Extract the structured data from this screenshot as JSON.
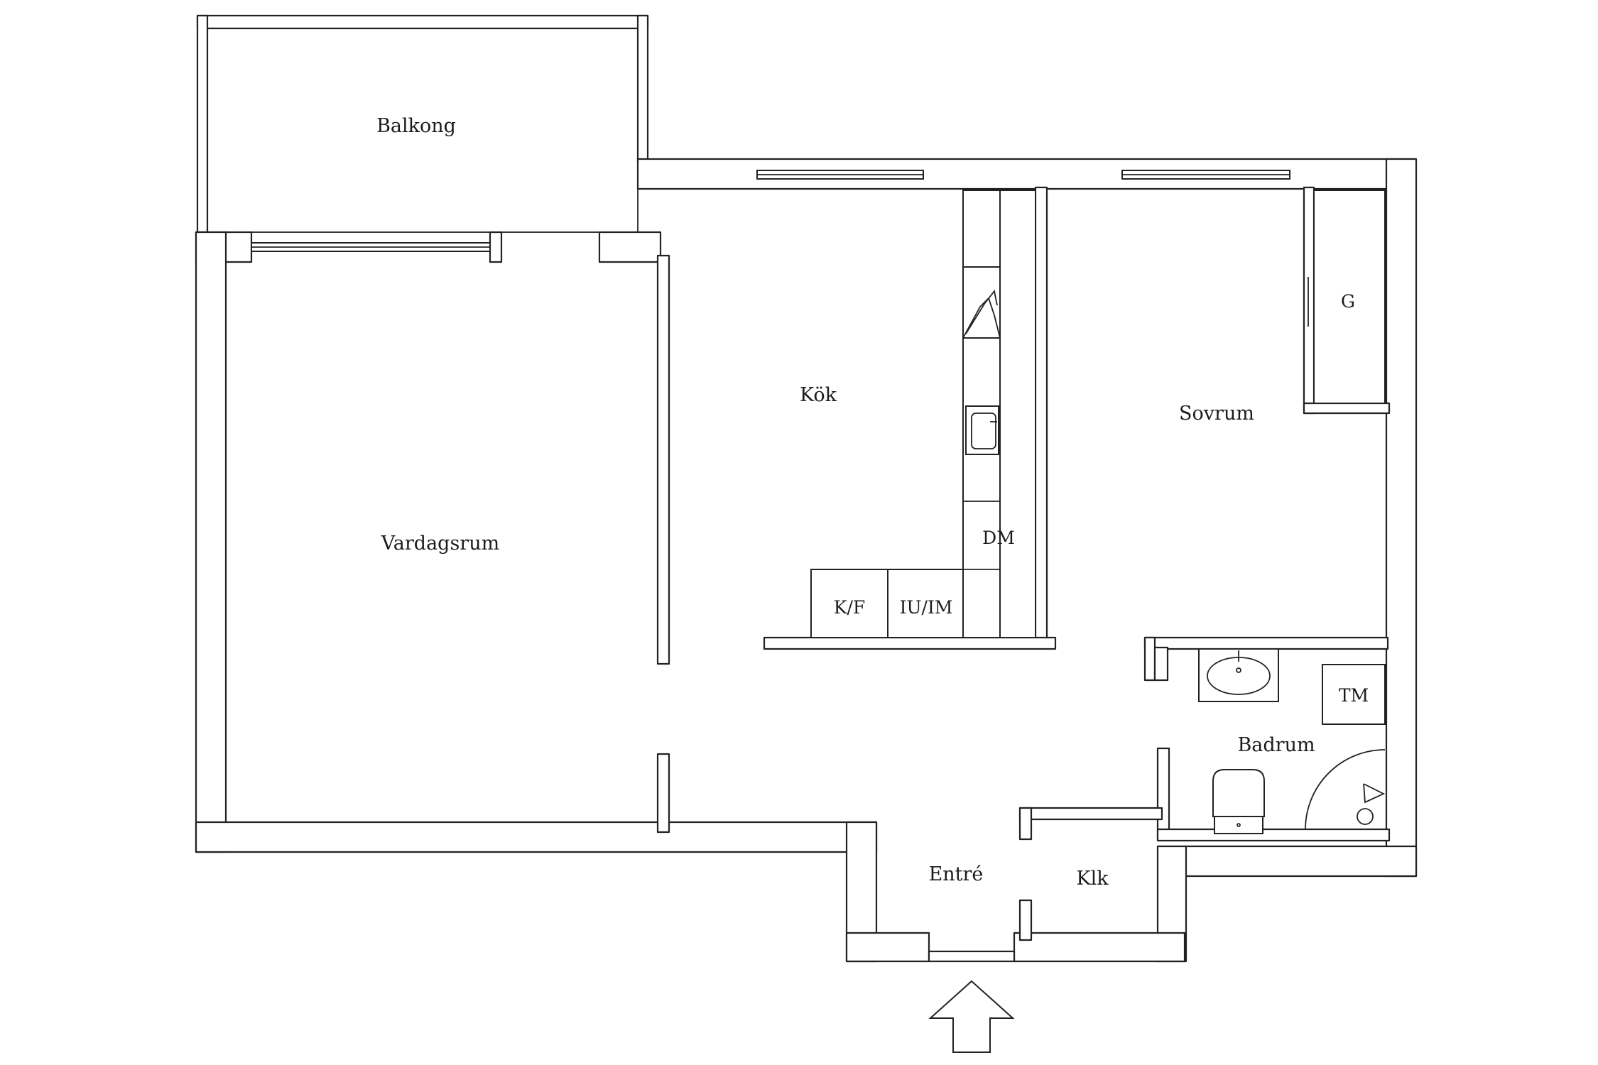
{
  "rooms": {
    "balkong": "Balkong",
    "kok": "Kök",
    "sovrum": "Sovrum",
    "vardagsrum": "Vardagsrum",
    "badrum": "Badrum",
    "entre": "Entré",
    "klk": "Klk"
  },
  "fixtures": {
    "garderob": "G",
    "diskmaskin": "DM",
    "kyl_frys": "K/F",
    "ugn_mikro": "IU/IM",
    "tvattmaskin": "TM"
  },
  "icons": {
    "entrance": "entrance-arrow-icon",
    "sink": "washbasin-icon",
    "toilet": "toilet-icon",
    "shower": "shower-icon"
  },
  "colors": {
    "line": "#222222",
    "background": "#ffffff"
  }
}
